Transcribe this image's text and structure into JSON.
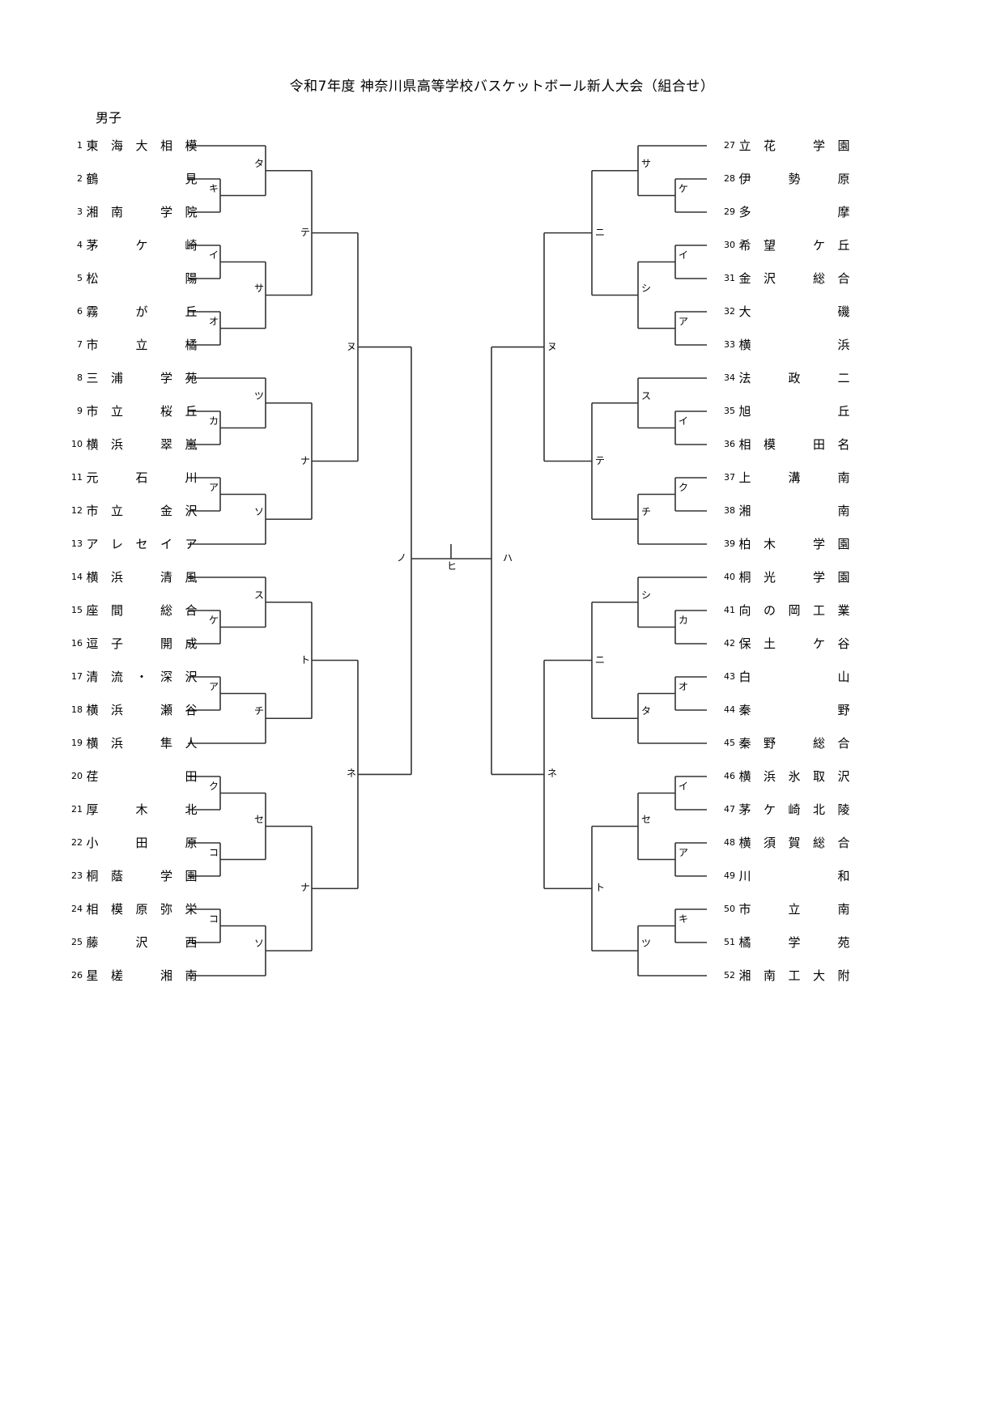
{
  "title": "令和7年度 神奈川県高等学校バスケットボール新人大会（組合せ）",
  "division": "男子",
  "left_teams": [
    {
      "no": "1",
      "name": [
        "東",
        "海",
        "大",
        "相",
        "模"
      ]
    },
    {
      "no": "2",
      "name": [
        "鶴",
        "",
        "",
        "",
        "見"
      ]
    },
    {
      "no": "3",
      "name": [
        "湘",
        "南",
        "",
        "学",
        "院"
      ]
    },
    {
      "no": "4",
      "name": [
        "茅",
        "",
        "ケ",
        "",
        "崎"
      ]
    },
    {
      "no": "5",
      "name": [
        "松",
        "",
        "",
        "",
        "陽"
      ]
    },
    {
      "no": "6",
      "name": [
        "霧",
        "",
        "が",
        "",
        "丘"
      ]
    },
    {
      "no": "7",
      "name": [
        "市",
        "",
        "立",
        "",
        "橘"
      ]
    },
    {
      "no": "8",
      "name": [
        "三",
        "浦",
        "",
        "学",
        "苑"
      ]
    },
    {
      "no": "9",
      "name": [
        "市",
        "立",
        "",
        "桜",
        "丘"
      ]
    },
    {
      "no": "10",
      "name": [
        "横",
        "浜",
        "",
        "翠",
        "嵐"
      ]
    },
    {
      "no": "11",
      "name": [
        "元",
        "",
        "石",
        "",
        "川"
      ]
    },
    {
      "no": "12",
      "name": [
        "市",
        "立",
        "",
        "金",
        "沢"
      ]
    },
    {
      "no": "13",
      "name": [
        "ア",
        "レ",
        "セ",
        "イ",
        "ア"
      ]
    },
    {
      "no": "14",
      "name": [
        "横",
        "浜",
        "",
        "清",
        "風"
      ]
    },
    {
      "no": "15",
      "name": [
        "座",
        "間",
        "",
        "総",
        "合"
      ]
    },
    {
      "no": "16",
      "name": [
        "逗",
        "子",
        "",
        "開",
        "成"
      ]
    },
    {
      "no": "17",
      "name": [
        "清",
        "流",
        "・",
        "深",
        "沢"
      ]
    },
    {
      "no": "18",
      "name": [
        "横",
        "浜",
        "",
        "瀬",
        "谷"
      ]
    },
    {
      "no": "19",
      "name": [
        "横",
        "浜",
        "",
        "隼",
        "人"
      ]
    },
    {
      "no": "20",
      "name": [
        "荏",
        "",
        "",
        "",
        "田"
      ]
    },
    {
      "no": "21",
      "name": [
        "厚",
        "",
        "木",
        "",
        "北"
      ]
    },
    {
      "no": "22",
      "name": [
        "小",
        "",
        "田",
        "",
        "原"
      ]
    },
    {
      "no": "23",
      "name": [
        "桐",
        "蔭",
        "",
        "学",
        "園"
      ]
    },
    {
      "no": "24",
      "name": [
        "相",
        "模",
        "原",
        "弥",
        "栄"
      ]
    },
    {
      "no": "25",
      "name": [
        "藤",
        "",
        "沢",
        "",
        "西"
      ]
    },
    {
      "no": "26",
      "name": [
        "星",
        "槎",
        "",
        "湘",
        "南"
      ]
    }
  ],
  "right_teams": [
    {
      "no": "27",
      "name": [
        "立",
        "花",
        "",
        "学",
        "園"
      ]
    },
    {
      "no": "28",
      "name": [
        "伊",
        "",
        "勢",
        "",
        "原"
      ]
    },
    {
      "no": "29",
      "name": [
        "多",
        "",
        "",
        "",
        "摩"
      ]
    },
    {
      "no": "30",
      "name": [
        "希",
        "望",
        "",
        "ケ",
        "丘"
      ]
    },
    {
      "no": "31",
      "name": [
        "金",
        "沢",
        "",
        "総",
        "合"
      ]
    },
    {
      "no": "32",
      "name": [
        "大",
        "",
        "",
        "",
        "磯"
      ]
    },
    {
      "no": "33",
      "name": [
        "横",
        "",
        "",
        "",
        "浜"
      ]
    },
    {
      "no": "34",
      "name": [
        "法",
        "",
        "政",
        "",
        "二"
      ]
    },
    {
      "no": "35",
      "name": [
        "旭",
        "",
        "",
        "",
        "丘"
      ]
    },
    {
      "no": "36",
      "name": [
        "相",
        "模",
        "",
        "田",
        "名"
      ]
    },
    {
      "no": "37",
      "name": [
        "上",
        "",
        "溝",
        "",
        "南"
      ]
    },
    {
      "no": "38",
      "name": [
        "湘",
        "",
        "",
        "",
        "南"
      ]
    },
    {
      "no": "39",
      "name": [
        "柏",
        "木",
        "",
        "学",
        "園"
      ]
    },
    {
      "no": "40",
      "name": [
        "桐",
        "光",
        "",
        "学",
        "園"
      ]
    },
    {
      "no": "41",
      "name": [
        "向",
        "の",
        "岡",
        "工",
        "業"
      ]
    },
    {
      "no": "42",
      "name": [
        "保",
        "土",
        "",
        "ケ",
        "谷"
      ]
    },
    {
      "no": "43",
      "name": [
        "白",
        "",
        "",
        "",
        "山"
      ]
    },
    {
      "no": "44",
      "name": [
        "秦",
        "",
        "",
        "",
        "野"
      ]
    },
    {
      "no": "45",
      "name": [
        "秦",
        "野",
        "",
        "総",
        "合"
      ]
    },
    {
      "no": "46",
      "name": [
        "横",
        "浜",
        "氷",
        "取",
        "沢"
      ]
    },
    {
      "no": "47",
      "name": [
        "茅",
        "ケ",
        "崎",
        "北",
        "陵"
      ]
    },
    {
      "no": "48",
      "name": [
        "横",
        "須",
        "賀",
        "総",
        "合"
      ]
    },
    {
      "no": "49",
      "name": [
        "川",
        "",
        "",
        "",
        "和"
      ]
    },
    {
      "no": "50",
      "name": [
        "市",
        "",
        "立",
        "",
        "南"
      ]
    },
    {
      "no": "51",
      "name": [
        "橘",
        "",
        "学",
        "",
        "苑"
      ]
    },
    {
      "no": "52",
      "name": [
        "湘",
        "南",
        "工",
        "大",
        "附"
      ]
    }
  ],
  "left_matches": {
    "round1": [
      {
        "label": "キ",
        "slots": [
          2,
          3
        ]
      },
      {
        "label": "イ",
        "slots": [
          4,
          5
        ]
      },
      {
        "label": "オ",
        "slots": [
          6,
          7
        ]
      },
      {
        "label": "カ",
        "slots": [
          9,
          10
        ]
      },
      {
        "label": "ア",
        "slots": [
          11,
          12
        ]
      },
      {
        "label": "ケ",
        "slots": [
          15,
          16
        ]
      },
      {
        "label": "ア",
        "slots": [
          17,
          18
        ]
      },
      {
        "label": "ク",
        "slots": [
          20,
          21
        ]
      },
      {
        "label": "コ",
        "slots": [
          22,
          23
        ]
      },
      {
        "label": "コ",
        "slots": [
          24,
          25
        ]
      }
    ],
    "round2": [
      {
        "label": "タ",
        "slots": [
          1,
          "キ"
        ]
      },
      {
        "label": "サ",
        "slots": [
          "イ",
          "オ"
        ]
      },
      {
        "label": "ツ",
        "slots": [
          8,
          "カ"
        ]
      },
      {
        "label": "ソ",
        "slots": [
          "ア",
          13
        ]
      },
      {
        "label": "ス",
        "slots": [
          14,
          "ケ"
        ]
      },
      {
        "label": "チ",
        "slots": [
          "ア2",
          19
        ]
      },
      {
        "label": "セ",
        "slots": [
          "ク",
          "コ"
        ]
      },
      {
        "label": "ソ",
        "slots": [
          "コ2",
          26
        ]
      }
    ],
    "round3": [
      {
        "label": "テ"
      },
      {
        "label": "ナ"
      },
      {
        "label": "ト"
      },
      {
        "label": "ナ"
      }
    ],
    "round4": [
      {
        "label": "ヌ"
      },
      {
        "label": "ネ"
      }
    ],
    "semifinal": {
      "label": "ノ"
    }
  },
  "right_matches": {
    "round1": [
      {
        "label": "ケ"
      },
      {
        "label": "イ"
      },
      {
        "label": "ア"
      },
      {
        "label": "イ"
      },
      {
        "label": "ク"
      },
      {
        "label": "カ"
      },
      {
        "label": "オ"
      },
      {
        "label": "イ"
      },
      {
        "label": "ア"
      },
      {
        "label": "キ"
      }
    ],
    "round2": [
      {
        "label": "サ"
      },
      {
        "label": "シ"
      },
      {
        "label": "ス"
      },
      {
        "label": "チ"
      },
      {
        "label": "シ"
      },
      {
        "label": "タ"
      },
      {
        "label": "セ"
      },
      {
        "label": "ツ"
      }
    ],
    "round3": [
      {
        "label": "ニ"
      },
      {
        "label": "テ"
      },
      {
        "label": "ニ"
      },
      {
        "label": "ト"
      }
    ],
    "round4": [
      {
        "label": "ヌ"
      },
      {
        "label": "ネ"
      }
    ],
    "semifinal": {
      "label": "ハ"
    }
  },
  "final": {
    "label": "ヒ"
  }
}
